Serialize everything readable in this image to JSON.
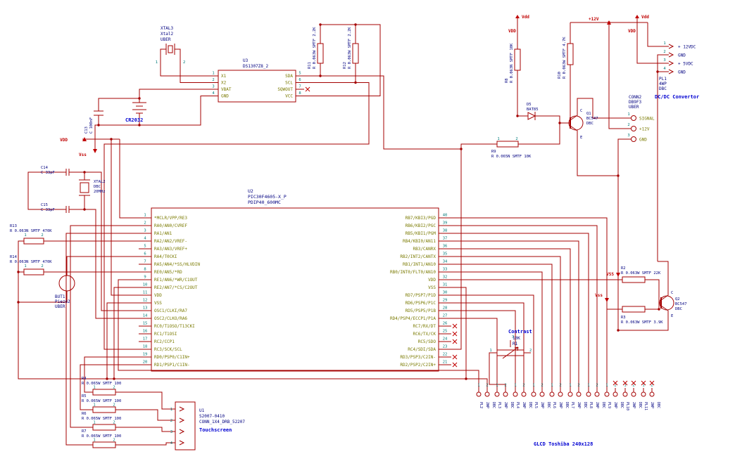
{
  "colors": {
    "wire": "#a40000",
    "label": "#000080",
    "pin_name": "#7a7a00",
    "pin_number": "#007878",
    "annotation": "#0000d2",
    "power": "#c00000"
  },
  "common": {
    "p1": "1",
    "p2": "2",
    "p3": "3"
  },
  "rtc": {
    "ref": "U3",
    "value": "DS1307Z8_2",
    "left_pins": [
      {
        "num": "1",
        "name": "X1"
      },
      {
        "num": "2",
        "name": "X2"
      },
      {
        "num": "3",
        "name": "VBAT"
      },
      {
        "num": "4",
        "name": "GND"
      }
    ],
    "right_pins": [
      {
        "num": "5",
        "name": "SDA"
      },
      {
        "num": "6",
        "name": "SCL"
      },
      {
        "num": "7",
        "name": "SQWOUT",
        "nc": true
      },
      {
        "num": "8",
        "name": "VCC"
      }
    ]
  },
  "xtal3": {
    "ref": "XTAL3",
    "value": "Xtal2",
    "pkg": "UBER",
    "pin1": "1",
    "pin2": "2"
  },
  "battery": {
    "label": "CR2032"
  },
  "c13": {
    "ref": "C13",
    "value": "C 100nF"
  },
  "r11": {
    "ref": "R11",
    "value": "R 0.063W SMTF 2.2K"
  },
  "r12": {
    "ref": "R12",
    "value": "R 0.063W SMTF 2.2K"
  },
  "c14": {
    "ref": "C14",
    "value": "C 33pF"
  },
  "c15": {
    "ref": "C15",
    "value": "C 33pF"
  },
  "xtal2": {
    "ref": "XTAL2",
    "value": "DBC",
    "freq": "20MHz"
  },
  "r13": {
    "ref": "R13",
    "value": "R 0.063N SMTF 470K"
  },
  "r14": {
    "ref": "R14",
    "value": "R 0.063N SMTF 470K"
  },
  "but1": {
    "ref": "BUT1",
    "value": "Piezo2",
    "pkg": "UBER"
  },
  "mcu": {
    "ref": "U2",
    "value": "PIC30F4605-X_P",
    "pkg": "PDIP40_600MC",
    "left_pins": [
      {
        "num": "1",
        "name": "*MCLR/VPP/RE3"
      },
      {
        "num": "2",
        "name": "RA0/AN0/CVREF"
      },
      {
        "num": "3",
        "name": "RA1/AN1"
      },
      {
        "num": "4",
        "name": "RA2/AN2/VREF-"
      },
      {
        "num": "5",
        "name": "RA3/AN3/VREF+"
      },
      {
        "num": "6",
        "name": "RA4/T0CKI"
      },
      {
        "num": "7",
        "name": "RA5/AN4/*SS/HLVDIN"
      },
      {
        "num": "8",
        "name": "RE0/AN5/*RD"
      },
      {
        "num": "9",
        "name": "RE1/AN6/*WR/C1OUT"
      },
      {
        "num": "10",
        "name": "RE2/AN7/*CS/C2OUT"
      },
      {
        "num": "11",
        "name": "VDD"
      },
      {
        "num": "12",
        "name": "VSS"
      },
      {
        "num": "13",
        "name": "OSC1/CLKI/RA7"
      },
      {
        "num": "14",
        "name": "OSC2/CLKO/RA6"
      },
      {
        "num": "15",
        "name": "RC0/T1OSO/T13CKI"
      },
      {
        "num": "16",
        "name": "RC1/T1OSI"
      },
      {
        "num": "17",
        "name": "RC2/CCP1"
      },
      {
        "num": "18",
        "name": "RC3/SCK/SCL"
      },
      {
        "num": "19",
        "name": "RD0/PSP0/C1IN+"
      },
      {
        "num": "20",
        "name": "RD1/PSP1/C1IN-"
      }
    ],
    "right_pins": [
      {
        "num": "40",
        "name": "RB7/KBI3/PGD"
      },
      {
        "num": "39",
        "name": "RB6/KBI2/PGC"
      },
      {
        "num": "38",
        "name": "RB5/KBI1/PGM"
      },
      {
        "num": "37",
        "name": "RB4/KBI0/AN11"
      },
      {
        "num": "36",
        "name": "RB3/CANRX"
      },
      {
        "num": "35",
        "name": "RB2/INT2/CANTX"
      },
      {
        "num": "34",
        "name": "RB1/INT1/AN10"
      },
      {
        "num": "33",
        "name": "RB0/INT0/FLT0/AN10"
      },
      {
        "num": "32",
        "name": "VDD"
      },
      {
        "num": "31",
        "name": "VSS"
      },
      {
        "num": "30",
        "name": "RD7/PSP7/P1D"
      },
      {
        "num": "29",
        "name": "RD6/PSP6/P1C"
      },
      {
        "num": "28",
        "name": "RD5/PSP5/P1B"
      },
      {
        "num": "27",
        "name": "RD4/PSP4/ECCP1/P1A"
      },
      {
        "num": "26",
        "name": "RC7/RX/DT",
        "nc": true
      },
      {
        "num": "25",
        "name": "RC6/TX/CK",
        "nc": true
      },
      {
        "num": "24",
        "name": "RC5/SDO",
        "nc": true
      },
      {
        "num": "23",
        "name": "RC4/SDI/SDA"
      },
      {
        "num": "22",
        "name": "RD3/PSP3/C2IN-",
        "nc": true
      },
      {
        "num": "21",
        "name": "RD2/PSP2/C2IN+",
        "nc": true
      }
    ]
  },
  "touch": {
    "r4": {
      "ref": "R4",
      "value": "R 0.065W SMTF 100"
    },
    "r5": {
      "ref": "R5",
      "value": "R 0.065W SMTF 100"
    },
    "r6": {
      "ref": "R6",
      "value": "R 0.065W SMTF 100"
    },
    "r7": {
      "ref": "R7",
      "value": "R 0.065W SMTF 100"
    },
    "u1": {
      "ref": "U1",
      "value": "S2007-0410",
      "pkg": "CONN_1X4_DRB_52207",
      "note": "Touchscreen",
      "pins": [
        "1",
        "2",
        "3",
        "4"
      ]
    }
  },
  "contrast": {
    "note": "Contrast",
    "value": "10K",
    "ref": "R1"
  },
  "glcd": {
    "caption": "GLCD Toshiba 240x128",
    "groups": [
      {
        "ref": "PL2",
        "value": "2WP",
        "pkg": "DBC",
        "pins": [
          {
            "num": "1"
          },
          {
            "num": "2"
          }
        ]
      },
      {
        "ref": "PL3",
        "value": "2WP",
        "pkg": "DBC",
        "pins": [
          {
            "num": "1"
          },
          {
            "num": "2"
          }
        ]
      },
      {
        "ref": "PL4",
        "value": "2WP",
        "pkg": "DBC",
        "pins": [
          {
            "num": "1"
          },
          {
            "num": "2"
          }
        ]
      },
      {
        "ref": "PL5",
        "value": "2WP",
        "pkg": "DBC",
        "pins": [
          {
            "num": "1"
          },
          {
            "num": "2"
          }
        ]
      },
      {
        "ref": "PL6",
        "value": "2WP",
        "pkg": "DBC",
        "pins": [
          {
            "num": "1"
          },
          {
            "num": "2"
          }
        ]
      },
      {
        "ref": "PL7",
        "value": "2WP",
        "pkg": "DBC",
        "pins": [
          {
            "num": "1"
          },
          {
            "num": "2"
          }
        ]
      },
      {
        "ref": "PL8",
        "value": "2WP",
        "pkg": "DBC",
        "pins": [
          {
            "num": "1"
          },
          {
            "num": "2"
          }
        ]
      },
      {
        "ref": "PL9",
        "value": "2WP",
        "pkg": "DBC",
        "pins": [
          {
            "num": "1"
          },
          {
            "num": "2",
            "nc": true
          }
        ]
      },
      {
        "ref": "PL10",
        "value": "2WP",
        "pkg": "DBC",
        "pins": [
          {
            "num": "1",
            "nc": true
          },
          {
            "num": "2",
            "nc": true
          }
        ]
      },
      {
        "ref": "PL11",
        "value": "2WP",
        "pkg": "DBC",
        "pins": [
          {
            "num": "1",
            "nc": true
          },
          {
            "num": "2",
            "nc": true
          }
        ]
      }
    ]
  },
  "right": {
    "r8": {
      "ref": "R8",
      "value": "R 0.063N SMTF 10K"
    },
    "r10": {
      "ref": "R10",
      "value": "R 0.063W SMTF 4.7K"
    },
    "r9": {
      "ref": "R9",
      "value": "R 0.065N SMTF 10K"
    },
    "d5": {
      "ref": "D5",
      "value": "BAT85"
    },
    "q1": {
      "ref": "Q1",
      "value": "BC547",
      "pkg": "DBC",
      "c": "C",
      "e": "E"
    },
    "q2": {
      "ref": "Q2",
      "value": "BC547",
      "pkg": "DBC",
      "c": "C",
      "e": "E"
    },
    "r2": {
      "ref": "R2",
      "value": "R 0.063W SMTF 22K"
    },
    "r3": {
      "ref": "R3",
      "value": "R 0.063W SMTF 3.9K"
    },
    "conn2": {
      "ref": "CONN2",
      "value": "DB9F3",
      "pkg": "UBER",
      "pins": [
        {
          "num": "1",
          "label": "SIGNAL"
        },
        {
          "num": "2",
          "label": "+12V"
        },
        {
          "num": "3",
          "label": "GND"
        }
      ]
    },
    "pl1": {
      "ref": "PL1",
      "value": "4WP",
      "pkg": "DBC",
      "note": "DC/DC Convertor",
      "pins": [
        {
          "num": "1",
          "label": "+ 12VDC"
        },
        {
          "num": "2",
          "label": "GND"
        },
        {
          "num": "3",
          "label": "+ 5VDC"
        },
        {
          "num": "4",
          "label": "GND"
        }
      ]
    }
  },
  "flags": {
    "vdd_top_a": "Vdd",
    "vdd_net_a": "VDD",
    "p12v": "+12V",
    "vdd_top_b": "Vdd",
    "vdd_net_b": "VDD",
    "vdd_left": "VDD",
    "vss_left": "Vss",
    "vss_q1": "VSS",
    "vss_q2": "Vss"
  }
}
